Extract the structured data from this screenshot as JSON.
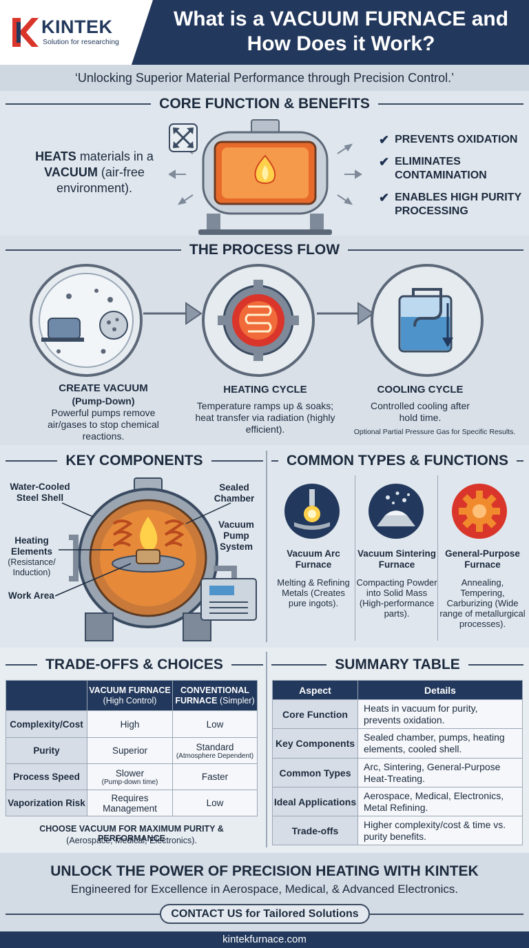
{
  "brand": {
    "logo_text": "KINTEK",
    "tagline": "Solution for researching",
    "colors": {
      "navy": "#22385c",
      "red": "#d9352a",
      "accent_orange": "#f08a2c"
    }
  },
  "title": "What is a VACUUM FURNACE and How Does it Work?",
  "subtitle": "‘Unlocking Superior Material Performance through Precision Control.’",
  "core": {
    "heading": "CORE FUNCTION & BENEFITS",
    "desc_part1": "HEATS",
    "desc_part2": " materials in a ",
    "desc_part3": "VACUUM",
    "desc_part4": " (air-free environment).",
    "benefits": [
      "PREVENTS OXIDATION",
      "ELIMINATES CONTAMINATION",
      "ENABLES HIGH PURITY PROCESSING"
    ],
    "icons": [
      "check-icon",
      "expand-arrows-icon",
      "furnace-chamber-icon",
      "flame-icon"
    ]
  },
  "process": {
    "heading": "THE PROCESS FLOW",
    "steps": [
      {
        "title": "CREATE VACUUM",
        "subtitle": "(Pump-Down)",
        "desc": "Powerful pumps remove air/gases to stop chemical reactions.",
        "icon": "vacuum-pump-icon"
      },
      {
        "title": "HEATING CYCLE",
        "subtitle": "",
        "desc": "Temperature ramps up & soaks; heat transfer via radiation (highly efficient).",
        "icon": "heating-coil-icon"
      },
      {
        "title": "COOLING CYCLE",
        "subtitle": "",
        "desc": "Controlled cooling after hold time.",
        "icon": "cooling-tank-icon"
      }
    ],
    "note": "Optional Partial Pressure Gas for Specific Results."
  },
  "components": {
    "heading": "KEY COMPONENTS",
    "labels": {
      "shell": "Water-Cooled Steel Shell",
      "chamber": "Sealed Chamber",
      "elements": "Heating Elements",
      "elements_sub": "(Resistance/ Induction)",
      "pump": "Vacuum Pump System",
      "work": "Work Area"
    }
  },
  "types": {
    "heading": "COMMON TYPES & FUNCTIONS",
    "items": [
      {
        "name": "Vacuum Arc Furnace",
        "desc": "Melting & Refining Metals (Creates pure ingots).",
        "icon": "arc-spark-icon"
      },
      {
        "name": "Vacuum Sintering Furnace",
        "desc": "Compacting Powder into Solid Mass (High-performance parts).",
        "icon": "powder-mound-icon"
      },
      {
        "name": "General-Purpose Furnace",
        "desc": "Annealing, Tempering, Carburizing (Wide range of metallurgical processes).",
        "icon": "gear-icon"
      }
    ]
  },
  "tradeoffs": {
    "heading": "TRADE-OFFS & CHOICES",
    "col1_title": "VACUUM FURNACE",
    "col1_sub": "(High Control)",
    "col2_title": "CONVENTIONAL FURNACE",
    "col2_sub": "(Simpler)",
    "rows": [
      {
        "aspect": "Complexity/Cost",
        "vac": "High",
        "vac_sub": "",
        "conv": "Low",
        "conv_sub": ""
      },
      {
        "aspect": "Purity",
        "vac": "Superior",
        "vac_sub": "",
        "conv": "Standard",
        "conv_sub": "(Atmosphere Dependent)"
      },
      {
        "aspect": "Process Speed",
        "vac": "Slower",
        "vac_sub": "(Pump-down time)",
        "conv": "Faster",
        "conv_sub": ""
      },
      {
        "aspect": "Vaporization Risk",
        "vac": "Requires Management",
        "vac_sub": "",
        "conv": "Low",
        "conv_sub": ""
      }
    ],
    "choose": "CHOOSE VACUUM FOR MAXIMUM PURITY & PERFORMANCE",
    "choose_sub": "(Aerospace, Medical, Electronics)."
  },
  "summary": {
    "heading": "SUMMARY TABLE",
    "col_aspect": "Aspect",
    "col_details": "Details",
    "rows": [
      {
        "aspect": "Core Function",
        "details": "Heats in vacuum for purity, prevents oxidation."
      },
      {
        "aspect": "Key Components",
        "details": "Sealed chamber, pumps, heating elements, cooled shell."
      },
      {
        "aspect": "Common Types",
        "details": "Arc, Sintering, General-Purpose Heat-Treating."
      },
      {
        "aspect": "Ideal Applications",
        "details": "Aerospace, Medical, Electronics, Metal Refining."
      },
      {
        "aspect": "Trade-offs",
        "details": "Higher complexity/cost & time vs. purity benefits."
      }
    ]
  },
  "footer": {
    "cta_title": "UNLOCK THE POWER OF PRECISION HEATING WITH KINTEK",
    "cta_sub": "Engineered for Excellence in Aerospace, Medical, & Advanced Electronics.",
    "contact": "CONTACT US for Tailored Solutions",
    "url": "kintekfurnace.com"
  }
}
